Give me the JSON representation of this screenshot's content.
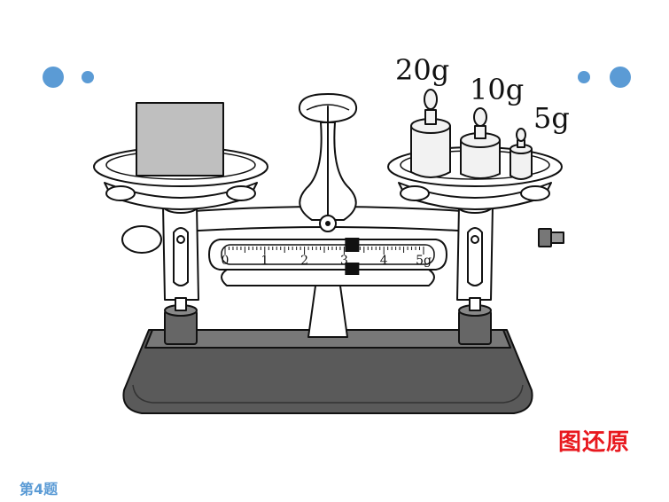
{
  "colors": {
    "accent_dot": "#5b9bd5",
    "caption": "#e8191f",
    "question_label": "#5b9bd5",
    "base": "#5a5a5a",
    "base_top": "#777777",
    "object_block": "#bfbfbf",
    "weights": "#f2f2f2"
  },
  "weights": [
    {
      "label": "20g"
    },
    {
      "label": "10g"
    },
    {
      "label": "5g"
    }
  ],
  "scale": {
    "ticks": [
      "0",
      "1",
      "2",
      "3",
      "4",
      "5g"
    ],
    "rider_value": 3.2
  },
  "caption": "图还原",
  "question_label": "第4题"
}
